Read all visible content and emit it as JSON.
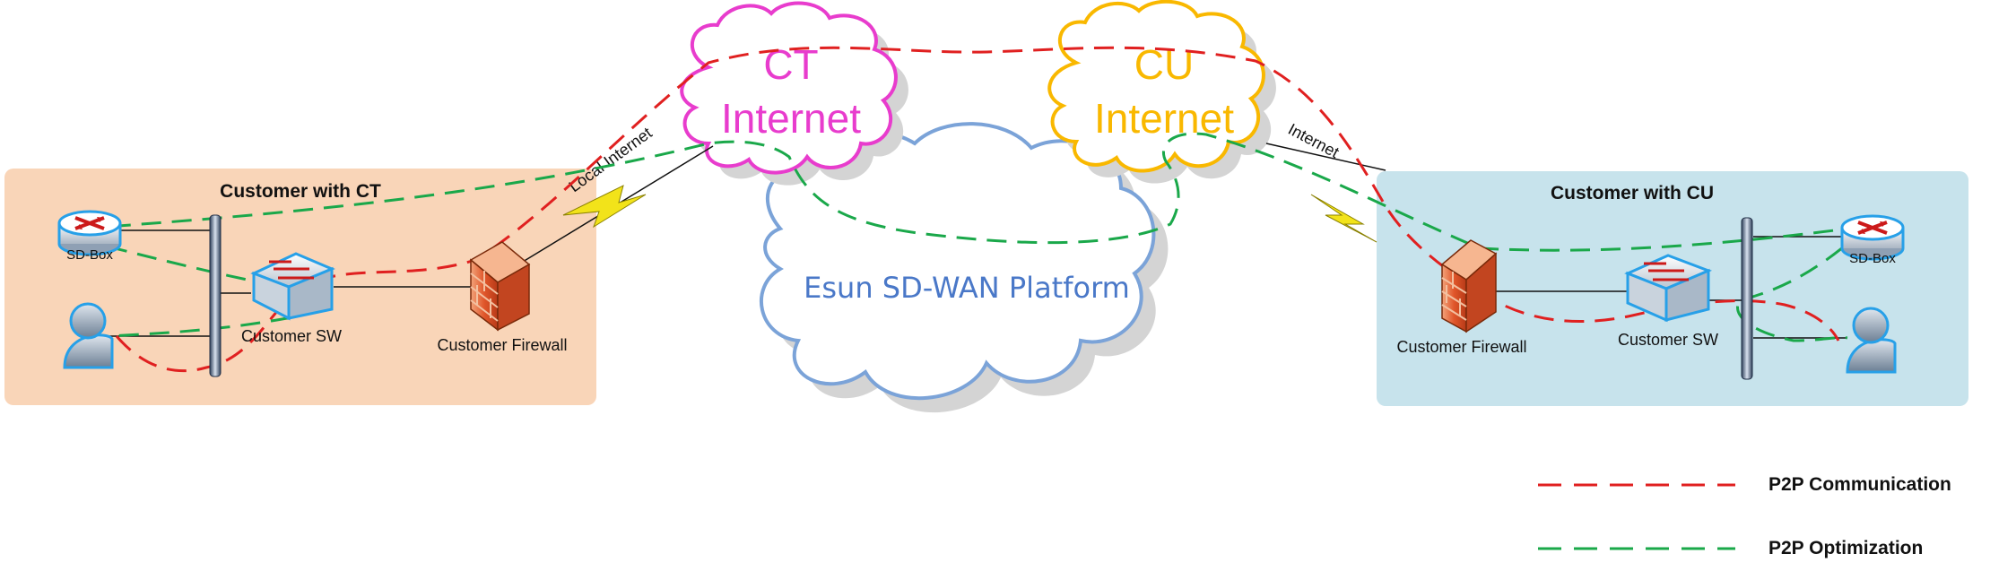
{
  "customer_ct": {
    "title": "Customer with CT",
    "sdbox_label": "SD-Box",
    "switch_label": "Customer SW",
    "firewall_label": "Customer Firewall",
    "link_label": "Local Internet"
  },
  "customer_cu": {
    "title": "Customer with CU",
    "sdbox_label": "SD-Box",
    "switch_label": "Customer SW",
    "firewall_label": "Customer Firewall",
    "link_label": "Internet"
  },
  "clouds": {
    "ct": {
      "line1": "CT",
      "line2": "Internet"
    },
    "cu": {
      "line1": "CU",
      "line2": "Internet"
    },
    "platform": "Esun SD-WAN Platform"
  },
  "legend": {
    "communication": "P2P Communication",
    "optimization": "P2P Optimization"
  },
  "colors": {
    "ct_region": "#f9d5b8",
    "cu_region": "#c7e3ec",
    "ct_cloud": "#e83ccd",
    "cu_cloud": "#f9b800",
    "platform_cloud": "#7ba3d8",
    "platform_text": "#4a78c8",
    "communication": "#e02020",
    "optimization": "#1aa84a"
  }
}
